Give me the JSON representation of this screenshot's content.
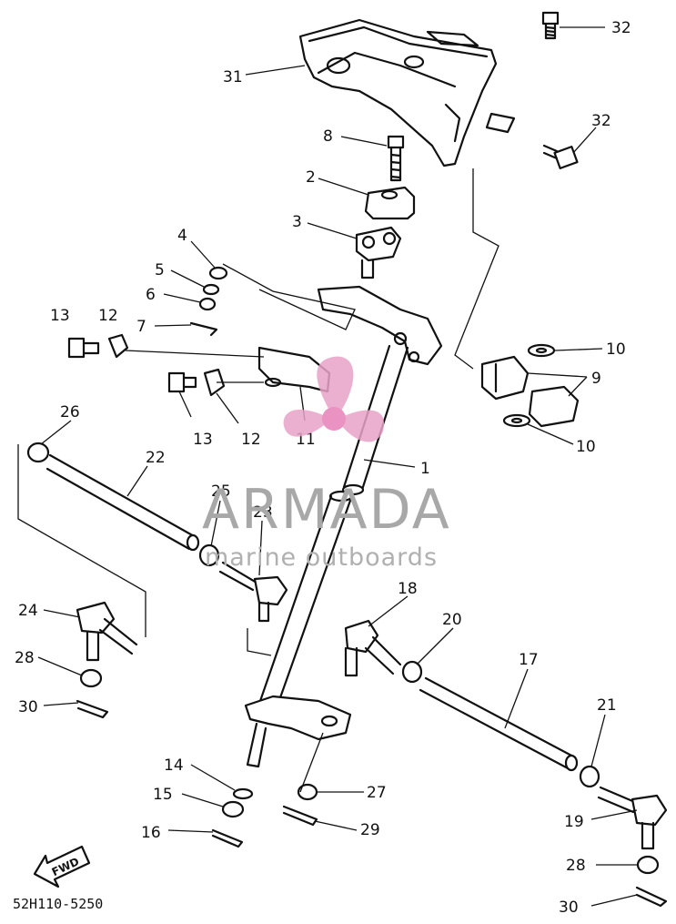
{
  "diagram": {
    "callouts": [
      {
        "id": "c32a",
        "label": "32"
      },
      {
        "id": "c31",
        "label": "31"
      },
      {
        "id": "c32b",
        "label": "32"
      },
      {
        "id": "c8",
        "label": "8"
      },
      {
        "id": "c2",
        "label": "2"
      },
      {
        "id": "c3",
        "label": "3"
      },
      {
        "id": "c4",
        "label": "4"
      },
      {
        "id": "c5",
        "label": "5"
      },
      {
        "id": "c6",
        "label": "6"
      },
      {
        "id": "c7",
        "label": "7"
      },
      {
        "id": "c13a",
        "label": "13"
      },
      {
        "id": "c12a",
        "label": "12"
      },
      {
        "id": "c13b",
        "label": "13"
      },
      {
        "id": "c12b",
        "label": "12"
      },
      {
        "id": "c11",
        "label": "11"
      },
      {
        "id": "c10a",
        "label": "10"
      },
      {
        "id": "c9",
        "label": "9"
      },
      {
        "id": "c10b",
        "label": "10"
      },
      {
        "id": "c26",
        "label": "26"
      },
      {
        "id": "c22",
        "label": "22"
      },
      {
        "id": "c1",
        "label": "1"
      },
      {
        "id": "c25",
        "label": "25"
      },
      {
        "id": "c23",
        "label": "23"
      },
      {
        "id": "c24",
        "label": "24"
      },
      {
        "id": "c28a",
        "label": "28"
      },
      {
        "id": "c30a",
        "label": "30"
      },
      {
        "id": "c18",
        "label": "18"
      },
      {
        "id": "c20",
        "label": "20"
      },
      {
        "id": "c17",
        "label": "17"
      },
      {
        "id": "c21",
        "label": "21"
      },
      {
        "id": "c14",
        "label": "14"
      },
      {
        "id": "c15",
        "label": "15"
      },
      {
        "id": "c16",
        "label": "16"
      },
      {
        "id": "c27",
        "label": "27"
      },
      {
        "id": "c29",
        "label": "29"
      },
      {
        "id": "c19",
        "label": "19"
      },
      {
        "id": "c28b",
        "label": "28"
      },
      {
        "id": "c30b",
        "label": "30"
      }
    ],
    "fwd_label": "FWD",
    "drawing_code": "52H110-5250"
  },
  "watermark": {
    "brand": "ARMADA",
    "tagline": "marine outboards",
    "colors": {
      "brand_text": "#a8a8a8",
      "tagline_text": "#b0b0b0",
      "logo_pink": "#e8a2c8",
      "logo_dot": "#e77fb7"
    }
  }
}
